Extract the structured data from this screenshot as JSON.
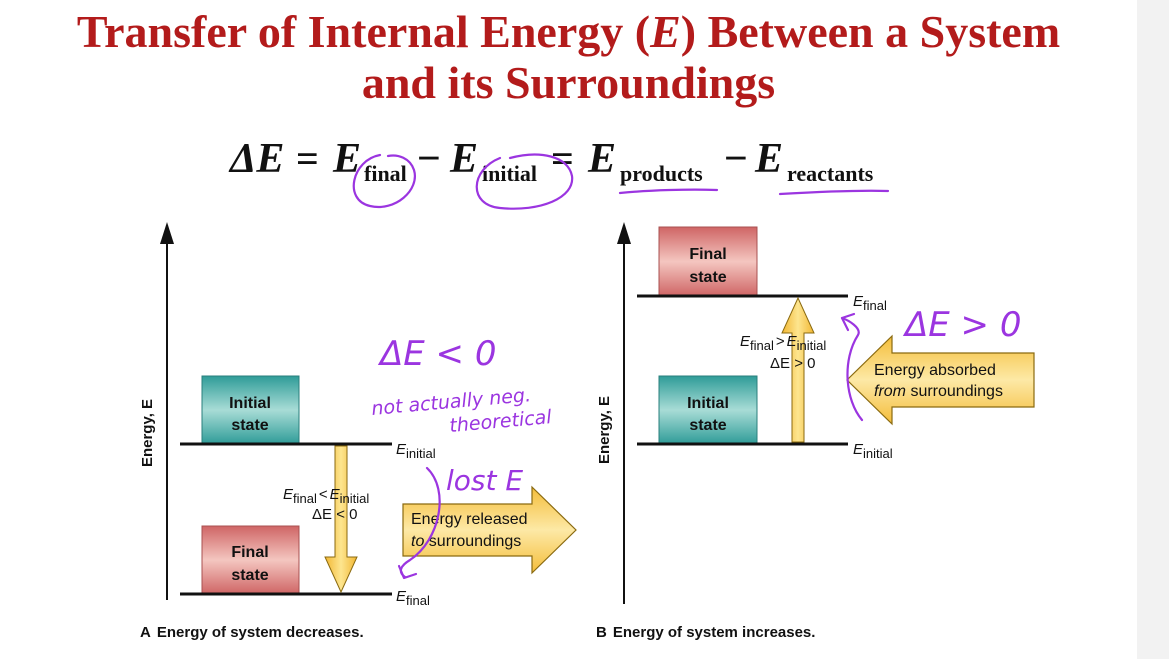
{
  "title": {
    "line1_before": "Transfer of Internal Energy (",
    "line1_symbol": "E",
    "line1_after": ") Between a System",
    "line2": "and its Surroundings"
  },
  "equation": {
    "delta_e": "ΔE",
    "eq1": "=",
    "e1": "E",
    "final_sub": "final",
    "minus1": "−",
    "e2": "E",
    "initial_sub": "initial",
    "eq2": "=",
    "e3": "E",
    "products_sub": "products",
    "minus2": "−",
    "e4": "E",
    "reactants_sub": "reactants"
  },
  "panel_a": {
    "axis_label": "Energy, E",
    "initial_box": [
      "Initial",
      "state"
    ],
    "final_box": [
      "Final",
      "state"
    ],
    "e_initial": "E",
    "e_initial_sub": "initial",
    "e_final": "E",
    "e_final_sub": "final",
    "relation_e1": "E",
    "relation_sub1": "final",
    "relation_op": "<",
    "relation_e2": "E",
    "relation_sub2": "initial",
    "delta_line": "ΔE < 0",
    "arrow_text_1": "Energy released",
    "arrow_text_2_italic": "to",
    "arrow_text_2_rest": " surroundings",
    "caption_letter": "A",
    "caption": "Energy of system decreases."
  },
  "panel_b": {
    "axis_label": "Energy, E",
    "initial_box": [
      "Initial",
      "state"
    ],
    "final_box": [
      "Final",
      "state"
    ],
    "e_initial": "E",
    "e_initial_sub": "initial",
    "e_final": "E",
    "e_final_sub": "final",
    "relation_e1": "E",
    "relation_sub1": "final",
    "relation_op": ">",
    "relation_e2": "E",
    "relation_sub2": "initial",
    "delta_line": "ΔE > 0",
    "arrow_text_1": "Energy absorbed",
    "arrow_text_2_italic": "from",
    "arrow_text_2_rest": " surroundings",
    "caption_letter": "B",
    "caption": "Energy of system increases."
  },
  "handwriting": {
    "note_a_1": "ΔE < 0",
    "note_a_2": "not actually neg.",
    "note_a_3": "theoretical",
    "note_a_4": "lost E",
    "note_b_1": "ΔE > 0"
  },
  "colors": {
    "title": "#b31b1b",
    "initial_box": "#3aa7a3",
    "final_box": "#d97676",
    "arrow_fill": "#f7c948",
    "arrow_stroke": "#8a6a10",
    "ink": "#9b35e0"
  }
}
